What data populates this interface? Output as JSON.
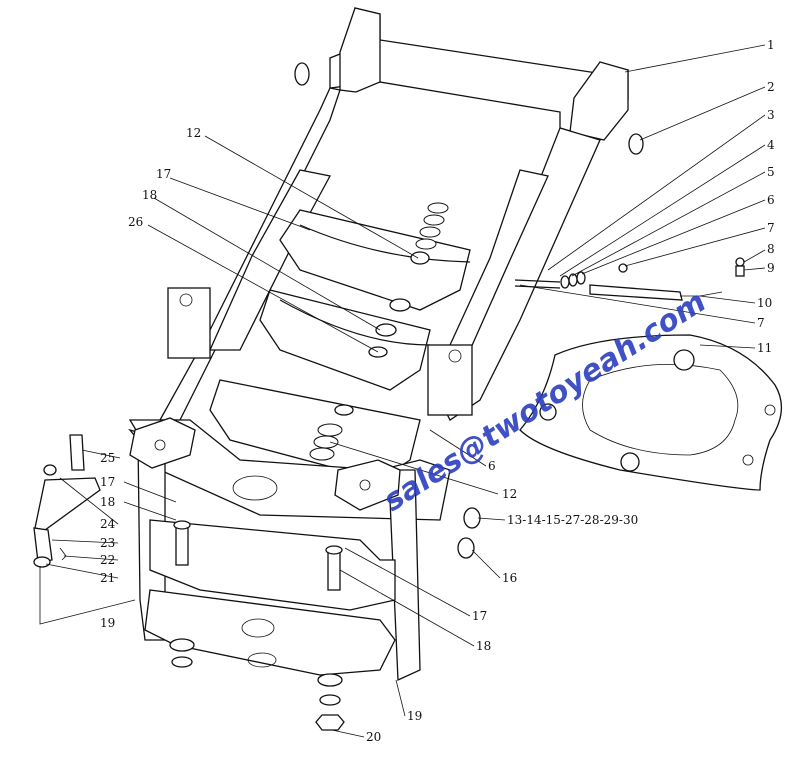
{
  "callouts": {
    "c1": "1",
    "c2": "2",
    "c3": "3",
    "c4": "4",
    "c5": "5",
    "c6a": "6",
    "c7a": "7",
    "c8": "8",
    "c9": "9",
    "c10": "10",
    "c7b": "7",
    "c11": "11",
    "c12a": "12",
    "c17a": "17",
    "c18a": "18",
    "c26": "26",
    "c25": "25",
    "c17b": "17",
    "c18b": "18",
    "c24": "24",
    "c23": "23",
    "c22": "22",
    "c21": "21",
    "c19a": "19",
    "c6b": "6",
    "c12b": "12",
    "c13": "13-14-15-27-28-29-30",
    "c16": "16",
    "c17c": "17",
    "c18c": "18",
    "c19b": "19",
    "c20": "20"
  },
  "watermark": "sales@twotoyeah.com"
}
